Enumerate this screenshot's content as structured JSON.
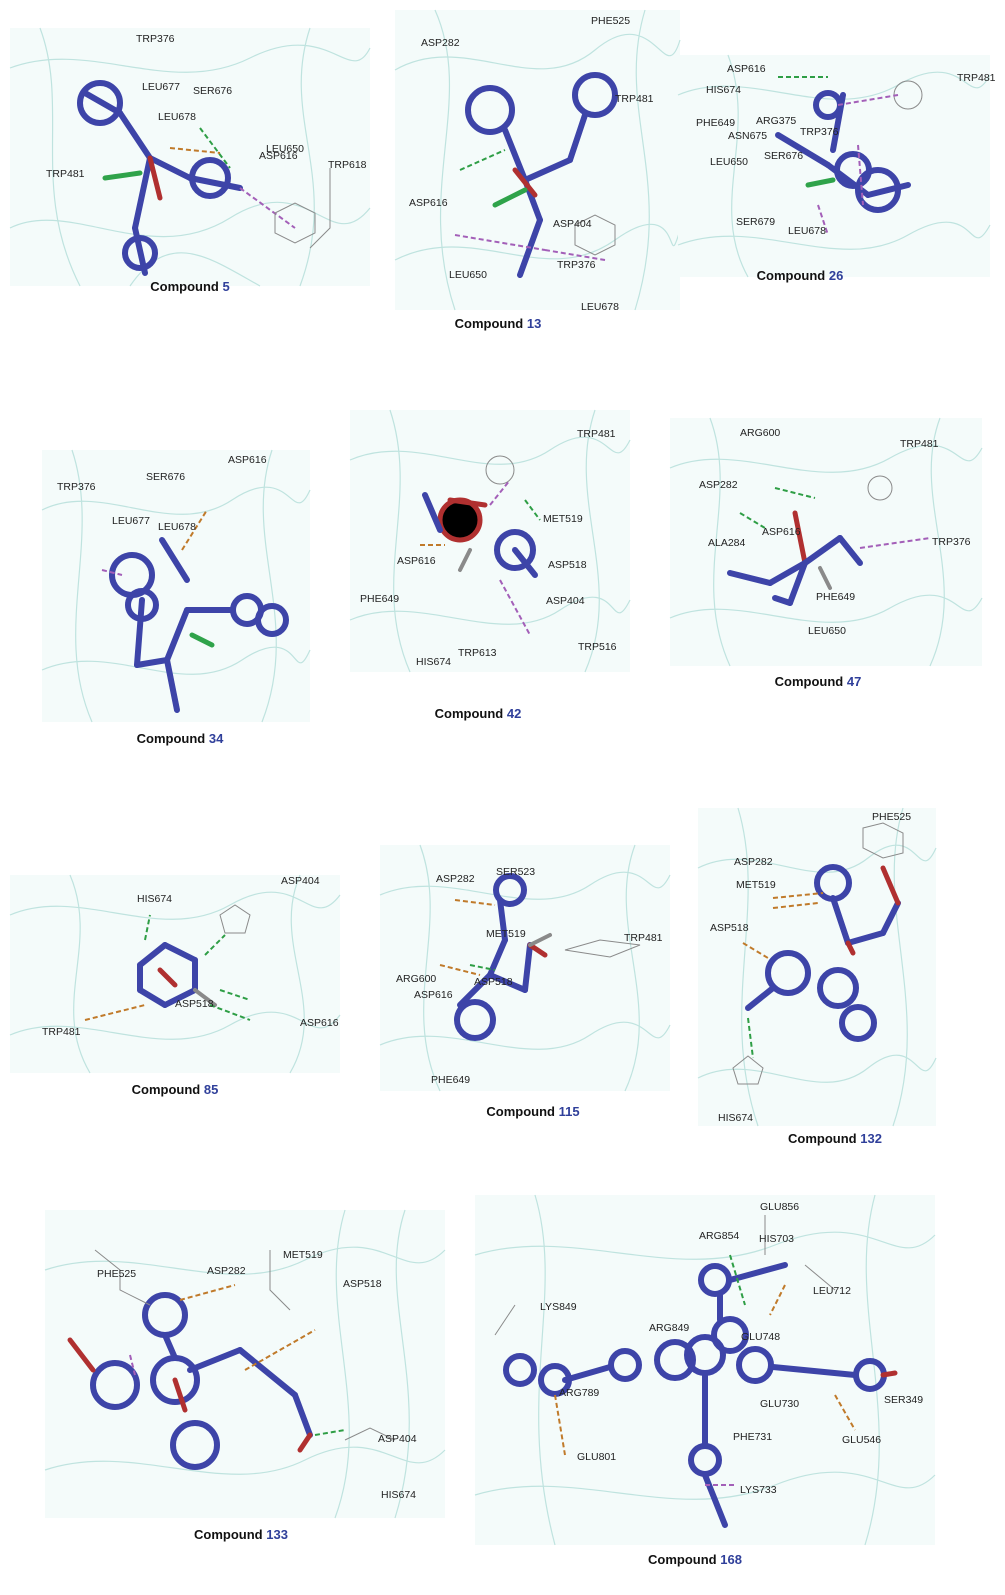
{
  "figure": {
    "caption_prefix": "Compound",
    "panels": [
      {
        "id": "c5",
        "number": "5",
        "residues": [
          "TRP376",
          "LEU677",
          "SER676",
          "LEU678",
          "LEU650",
          "ASP616",
          "TRP481",
          "TRP618"
        ]
      },
      {
        "id": "c13",
        "number": "13",
        "residues": [
          "PHE525",
          "ASP282",
          "TRP481",
          "ASP616",
          "ASP404",
          "TRP376",
          "LEU650",
          "LEU678"
        ]
      },
      {
        "id": "c26",
        "number": "26",
        "residues": [
          "ASP616",
          "TRP481",
          "HIS674",
          "PHE649",
          "ARG375",
          "ASN675",
          "TRP376",
          "SER676",
          "LEU650",
          "SER679",
          "LEU678"
        ]
      },
      {
        "id": "c34",
        "number": "34",
        "residues": [
          "ASP616",
          "SER676",
          "TRP376",
          "LEU677",
          "LEU678"
        ]
      },
      {
        "id": "c42",
        "number": "42",
        "residues": [
          "TRP481",
          "MET519",
          "ASP616",
          "ASP518",
          "PHE649",
          "ASP404",
          "TRP613",
          "HIS674",
          "TRP516"
        ]
      },
      {
        "id": "c47",
        "number": "47",
        "residues": [
          "ARG600",
          "TRP481",
          "ASP282",
          "TRP376",
          "ASP616",
          "ALA284",
          "PHE649",
          "LEU650"
        ]
      },
      {
        "id": "c85",
        "number": "85",
        "residues": [
          "HIS674",
          "ASP404",
          "ASP518",
          "ASP616",
          "TRP481"
        ]
      },
      {
        "id": "c115",
        "number": "115",
        "residues": [
          "ASP282",
          "SER523",
          "MET519",
          "TRP481",
          "ARG600",
          "ASP518",
          "ASP616",
          "PHE649"
        ]
      },
      {
        "id": "c132",
        "number": "132",
        "residues": [
          "PHE525",
          "ASP282",
          "MET519",
          "ASP518",
          "HIS674"
        ]
      },
      {
        "id": "c133",
        "number": "133",
        "residues": [
          "PHE525",
          "ASP282",
          "MET519",
          "ASP518",
          "ASP404",
          "HIS674"
        ]
      },
      {
        "id": "c168",
        "number": "168",
        "residues": [
          "GLU856",
          "ARG854",
          "HIS703",
          "LEU712",
          "LYS849",
          "ARG849",
          "GLU748",
          "SER349",
          "GLU730",
          "GLU801",
          "PHE731",
          "GLU546",
          "LYS733",
          "ARG789"
        ]
      }
    ]
  }
}
